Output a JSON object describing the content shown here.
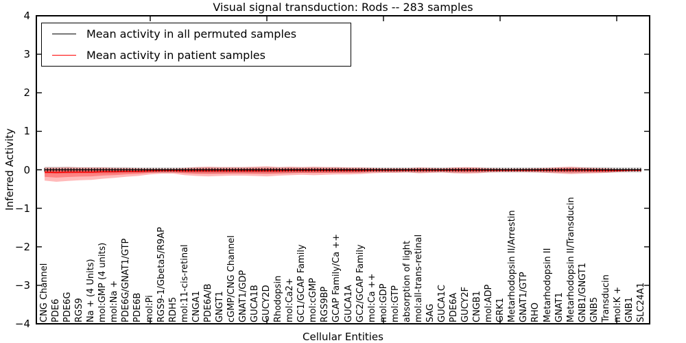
{
  "title": "Visual signal transduction: Rods -- 283 samples",
  "y_axis": {
    "label": "Inferred Activity",
    "ticks": [
      "4",
      "3",
      "2",
      "1",
      "0",
      "−1",
      "−2",
      "−3",
      "−4"
    ]
  },
  "x_axis": {
    "label": "Cellular Entities"
  },
  "legend": {
    "items": [
      {
        "label": "Mean activity in all permuted samples",
        "color": "#000000"
      },
      {
        "label": "Mean activity in patient samples",
        "color": "#ff0000"
      }
    ]
  },
  "chart_data": {
    "type": "line",
    "title": "Visual signal transduction: Rods -- 283 samples",
    "xlabel": "Cellular Entities",
    "ylabel": "Inferred Activity",
    "ylim": [
      -4,
      4
    ],
    "grid": false,
    "legend_position": "upper left",
    "categories": [
      "CNG Channel",
      "PDE6",
      "PDE6G",
      "RGS9",
      "Na + (4 Units)",
      "mol:GMP (4 units)",
      "mol:Na +",
      "PDE6G/GNAT1/GTP",
      "PDE6B",
      "mol:Pi",
      "RGS9-1/Gbeta5/R9AP",
      "RDH5",
      "mol:11-cis-retinal",
      "CNGA1",
      "PDE6A/B",
      "GNGT1",
      "cGMP/CNG Channel",
      "GNAT1/GDP",
      "GUCA1B",
      "GUCY2D",
      "Rhodopsin",
      "mol:Ca2+",
      "GC1/GCAP Family",
      "mol:cGMP",
      "RGS9BP",
      "GCAP Family/Ca ++",
      "GUCA1A",
      "GC2/GCAP Family",
      "mol:Ca ++",
      "mol:GDP",
      "mol:GTP",
      "absorption of light",
      "mol:all-trans-retinal",
      "SAG",
      "GUCA1C",
      "PDE6A",
      "GUCY2F",
      "CNGB1",
      "mol:ADP",
      "GRK1",
      "Metarhodopsin II/Arrestin",
      "GNAT1/GTP",
      "RHO",
      "Metarhodopsin II",
      "GNAT1",
      "Metarhodopsin II/Transducin",
      "GNB1/GNGT1",
      "GNB5",
      "Transducin",
      "mol:K +",
      "GNB1",
      "SLC24A1"
    ],
    "series": [
      {
        "name": "Mean activity in all permuted samples",
        "color": "#000000",
        "style": "solid line with small vertical tick markers",
        "values": [
          0,
          0,
          0,
          0,
          0,
          0,
          0,
          0,
          0,
          0,
          0,
          0,
          0,
          0,
          0,
          0,
          0,
          0,
          0,
          0,
          0,
          0,
          0,
          0,
          0,
          0,
          0,
          0,
          0,
          0,
          0,
          0,
          0,
          0,
          0,
          0,
          0,
          0,
          0,
          0,
          0,
          0,
          0,
          0,
          0,
          0,
          0,
          0,
          0,
          0,
          0,
          0
        ]
      },
      {
        "name": "Mean activity in patient samples",
        "color": "#ff0000",
        "style": "solid",
        "values": [
          -0.06,
          -0.07,
          -0.06,
          -0.06,
          -0.06,
          -0.05,
          -0.05,
          -0.04,
          -0.04,
          -0.03,
          -0.02,
          -0.02,
          -0.03,
          -0.03,
          -0.03,
          -0.03,
          -0.03,
          -0.03,
          -0.03,
          -0.03,
          -0.03,
          -0.02,
          -0.02,
          -0.02,
          -0.02,
          -0.02,
          -0.02,
          -0.02,
          -0.01,
          -0.01,
          -0.01,
          -0.01,
          -0.01,
          -0.01,
          -0.01,
          -0.01,
          -0.01,
          -0.01,
          -0.01,
          -0.01,
          -0.01,
          -0.01,
          -0.01,
          -0.01,
          -0.01,
          -0.01,
          -0.01,
          -0.02,
          -0.02,
          -0.02,
          -0.01,
          -0.01
        ]
      }
    ],
    "bands": [
      {
        "name": "permuted samples range",
        "color": "#999999",
        "opacity": 0.38,
        "upper": [
          0.08,
          0.08,
          0.08,
          0.07,
          0.07,
          0.07,
          0.07,
          0.07,
          0.06,
          0.06,
          0.06,
          0.06,
          0.06,
          0.07,
          0.07,
          0.07,
          0.07,
          0.07,
          0.07,
          0.07,
          0.07,
          0.07,
          0.07,
          0.07,
          0.07,
          0.07,
          0.06,
          0.06,
          0.06,
          0.06,
          0.06,
          0.06,
          0.06,
          0.06,
          0.06,
          0.06,
          0.06,
          0.06,
          0.06,
          0.06,
          0.06,
          0.06,
          0.06,
          0.06,
          0.06,
          0.07,
          0.07,
          0.07,
          0.07,
          0.06,
          0.06,
          0.06
        ],
        "lower": [
          -0.1,
          -0.1,
          -0.1,
          -0.09,
          -0.09,
          -0.09,
          -0.09,
          -0.08,
          -0.08,
          -0.08,
          -0.08,
          -0.08,
          -0.08,
          -0.09,
          -0.09,
          -0.09,
          -0.09,
          -0.09,
          -0.09,
          -0.09,
          -0.09,
          -0.09,
          -0.08,
          -0.08,
          -0.08,
          -0.08,
          -0.08,
          -0.08,
          -0.07,
          -0.07,
          -0.07,
          -0.07,
          -0.08,
          -0.07,
          -0.07,
          -0.08,
          -0.08,
          -0.08,
          -0.07,
          -0.07,
          -0.07,
          -0.07,
          -0.07,
          -0.08,
          -0.08,
          -0.09,
          -0.08,
          -0.08,
          -0.08,
          -0.07,
          -0.07,
          -0.07
        ]
      },
      {
        "name": "patient samples range",
        "color": "#ff0000",
        "opacity": 0.27,
        "upper": [
          0.06,
          0.06,
          0.07,
          0.06,
          0.06,
          0.06,
          0.05,
          0.05,
          0.04,
          0.03,
          0.03,
          0.03,
          0.05,
          0.07,
          0.08,
          0.07,
          0.07,
          0.07,
          0.08,
          0.09,
          0.07,
          0.08,
          0.07,
          0.08,
          0.07,
          0.07,
          0.06,
          0.06,
          0.05,
          0.04,
          0.04,
          0.04,
          0.06,
          0.05,
          0.04,
          0.06,
          0.07,
          0.06,
          0.04,
          0.03,
          0.03,
          0.03,
          0.04,
          0.05,
          0.07,
          0.08,
          0.06,
          0.05,
          0.04,
          0.02,
          0.02,
          0.02
        ],
        "lower": [
          -0.28,
          -0.31,
          -0.29,
          -0.27,
          -0.26,
          -0.23,
          -0.21,
          -0.18,
          -0.16,
          -0.12,
          -0.1,
          -0.1,
          -0.14,
          -0.16,
          -0.17,
          -0.16,
          -0.15,
          -0.15,
          -0.16,
          -0.17,
          -0.15,
          -0.14,
          -0.13,
          -0.14,
          -0.13,
          -0.12,
          -0.12,
          -0.11,
          -0.09,
          -0.08,
          -0.08,
          -0.07,
          -0.09,
          -0.08,
          -0.07,
          -0.09,
          -0.1,
          -0.09,
          -0.07,
          -0.06,
          -0.06,
          -0.06,
          -0.07,
          -0.08,
          -0.1,
          -0.11,
          -0.1,
          -0.09,
          -0.08,
          -0.06,
          -0.05,
          -0.05
        ]
      }
    ]
  }
}
